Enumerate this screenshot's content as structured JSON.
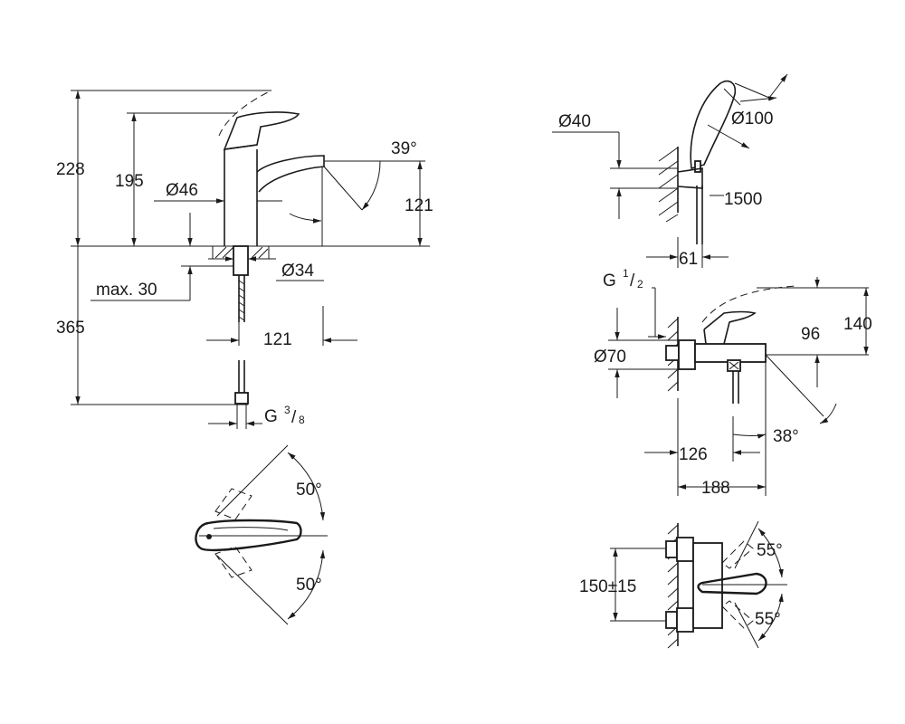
{
  "basin_mixer": {
    "height_total": "228",
    "height_handle": "195",
    "body_diameter": "Ø46",
    "spout_angle": "39°",
    "spout_height": "121",
    "deck_hole": "Ø34",
    "max_deck": "max. 30",
    "spout_reach": "121",
    "supply_length": "365",
    "thread_base": "G",
    "thread_sup": "3",
    "thread_sub": "8",
    "rotation_top": "50°",
    "rotation_bottom": "50°"
  },
  "hand_shower": {
    "holder_diameter": "Ø40",
    "head_diameter": "Ø100",
    "hose_length": "1500",
    "wall_offset": "61"
  },
  "bath_mixer": {
    "thread_base": "G",
    "thread_sup": "1",
    "thread_sub": "2",
    "escutcheon_diameter": "Ø70",
    "height_96": "96",
    "height_140": "140",
    "projection_126": "126",
    "projection_188": "188",
    "spout_angle": "38°",
    "centres": "150±15",
    "rotation_top": "55°",
    "rotation_bottom": "55°"
  }
}
